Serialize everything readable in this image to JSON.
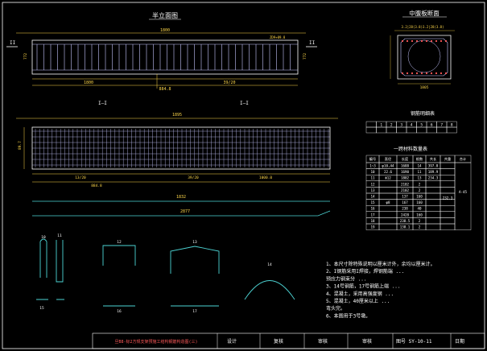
{
  "titles": {
    "half_elevation": "半立面图",
    "mid_section": "中腹板断面",
    "section_1": "I—I",
    "rebar_table": "钢筋明细表",
    "qty_table": "一跨材料数量表"
  },
  "dims": {
    "top_total": "1800",
    "half_a": "1800",
    "half_b": "39/20",
    "half_total": "884.8",
    "plan_total": "1895",
    "plan_a": "13/20",
    "plan_b": "39/20",
    "plan_c": "1000.0",
    "plan_total2": "884.8",
    "long_a": "1832",
    "long_b": "2877",
    "sec_top": "3.2|28(3.8)3.2|28(3.8)",
    "sec_bottom": "1805",
    "left_h": "772",
    "right_h": "772",
    "left_h2": "89.7",
    "mark_I": "I",
    "mark_II": "II",
    "note_tag": "ZD9+89.8"
  },
  "rebar_table": {
    "header": [
      "",
      "1",
      "2",
      "3",
      "4",
      "5",
      "6",
      "7",
      "8"
    ],
    "row": [
      "",
      "",
      "",
      "",
      "",
      "",
      "",
      "",
      ""
    ]
  },
  "qty_table": {
    "headers": [
      "编号",
      "直径",
      "长度",
      "根数",
      "共长",
      "共重",
      "合计"
    ],
    "rows": [
      [
        "1~3",
        "φ10,44",
        "1688",
        "14",
        "397.8",
        ""
      ],
      [
        "10",
        "22.6",
        "1690",
        "11",
        "189.9",
        ""
      ],
      [
        "11",
        "Φ12",
        "1802",
        "13",
        "234.3",
        ""
      ],
      [
        "12",
        "",
        "2102",
        "2",
        "",
        ""
      ],
      [
        "13",
        "",
        "2102",
        "2",
        "",
        ""
      ],
      [
        "14",
        "",
        "137",
        "160",
        "",
        ""
      ],
      [
        "15",
        "φ8",
        "167",
        "160",
        "",
        ""
      ],
      [
        "16",
        "",
        "238",
        "40",
        "",
        ""
      ],
      [
        "17",
        "",
        "2428",
        "160",
        "",
        ""
      ],
      [
        "18",
        "",
        "238.5",
        "2",
        "",
        ""
      ],
      [
        "19",
        "",
        "138.1",
        "2",
        "",
        ""
      ]
    ],
    "total_a": "232.3",
    "total_b": "A-45"
  },
  "notes": [
    "1、本尺寸除特殊说明以厘米计外，余均以厘米计。",
    "2、I钢筋采用I焊接，焊钢筋端 ...",
    "   预应力钢束分 ...",
    "3、14号钢筋，17号钢筋上端 ...",
    "4、混凝土，采用高强度钢 ...",
    "5、混凝土，40厘米以上 ...",
    "   弯头完。",
    "6、本图用于3号墩。"
  ],
  "title_block": {
    "drawing_name": "旦B8-标2方规支架预施工结构钢筋构造图(三)",
    "design": "设计",
    "review": "复核",
    "check": "审核",
    "approve": "审核",
    "drawing_no": "图号 SY-10-11",
    "date": "日期"
  },
  "colors": {
    "bg": "#000000",
    "line": "#ffffff",
    "rebar": "#4dd4d4",
    "mesh": "#c6c6ff",
    "dim": "#ffd84a",
    "accent": "#ff5a5a",
    "green": "#6cff6c",
    "yellow": "#ffff66"
  }
}
